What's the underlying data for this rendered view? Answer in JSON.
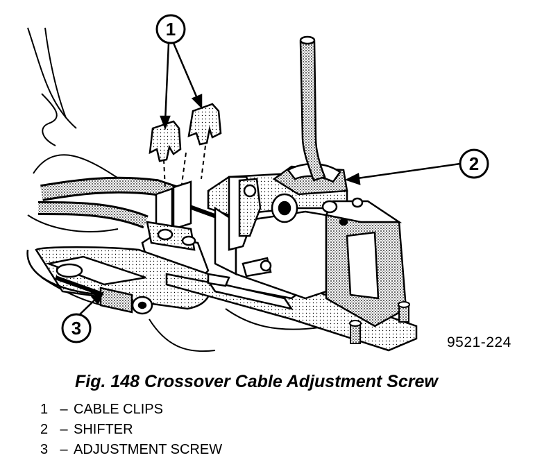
{
  "callouts": {
    "c1": "1",
    "c2": "2",
    "c3": "3"
  },
  "figure_id": "9521-224",
  "caption": "Fig. 148 Crossover Cable Adjustment Screw",
  "legend": [
    {
      "num": "1",
      "dash": "–",
      "text": "CABLE CLIPS"
    },
    {
      "num": "2",
      "dash": "–",
      "text": "SHIFTER"
    },
    {
      "num": "3",
      "dash": "–",
      "text": "ADJUSTMENT SCREW"
    }
  ]
}
